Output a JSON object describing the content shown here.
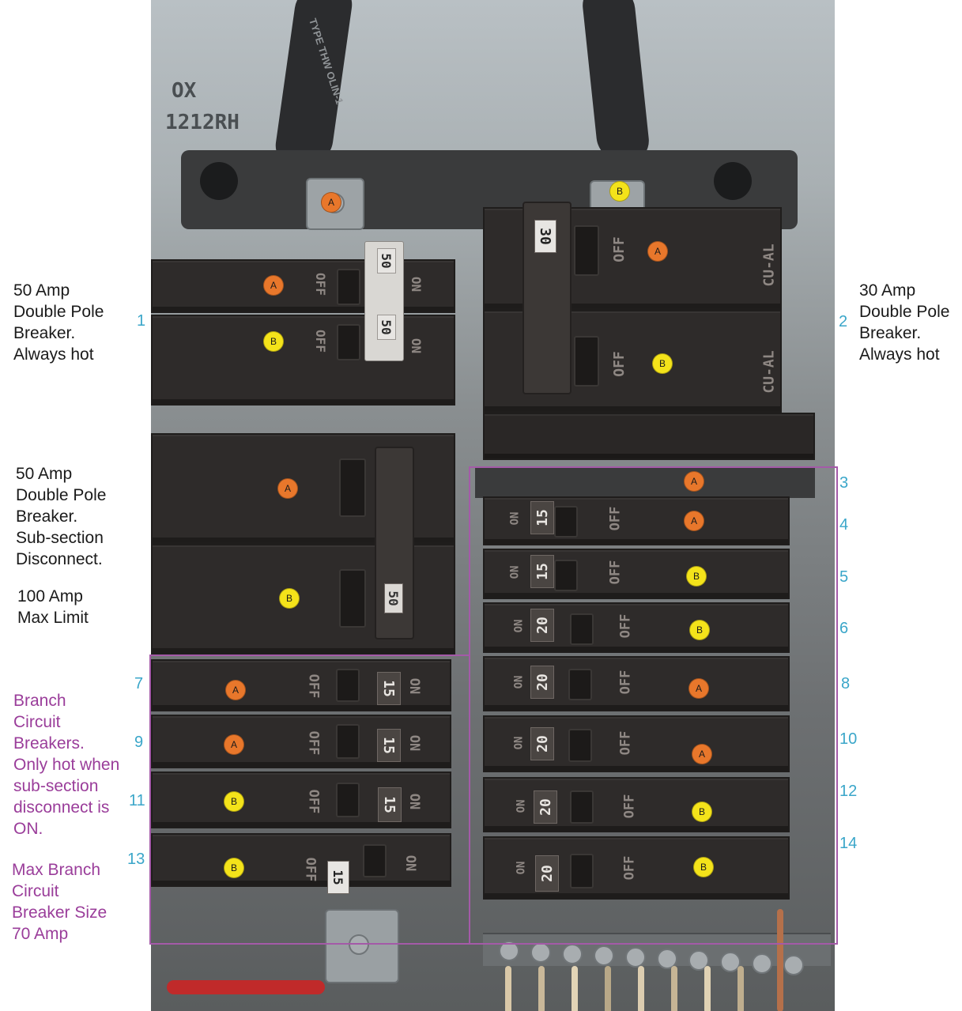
{
  "panel": {
    "stamp_line1": "OX",
    "stamp_line2": "1212RH",
    "cable_print": "TYPE THW OLIN-1"
  },
  "breaker_marks": {
    "off": "OFF",
    "on": "ON",
    "cual": "CU-AL"
  },
  "phase_dots": {
    "a": "A",
    "b": "B"
  },
  "ratings": {
    "b1_top": "50",
    "b1_bot": "50",
    "b2": "30",
    "sub": "50",
    "r4": "15",
    "r5": "15",
    "r6": "20",
    "r8": "20",
    "r10": "20",
    "r12": "20",
    "r14": "20",
    "l7": "15",
    "l9": "15",
    "l11": "15",
    "l13": "15"
  },
  "numbers": {
    "n1": "1",
    "n2": "2",
    "n3": "3",
    "n4": "4",
    "n5": "5",
    "n6": "6",
    "n7": "7",
    "n8": "8",
    "n9": "9",
    "n10": "10",
    "n11": "11",
    "n12": "12",
    "n13": "13",
    "n14": "14"
  },
  "annotations": {
    "left1": "50 Amp\nDouble Pole\nBreaker.\nAlways hot",
    "right2": "30 Amp\nDouble Pole\nBreaker.\nAlways hot",
    "subsection": "50 Amp\nDouble Pole\nBreaker.\nSub-section\nDisconnect.",
    "max_limit": "100 Amp\nMax Limit",
    "branch": "Branch\nCircuit\nBreakers.\nOnly hot when\nsub-section\ndisconnect is\nON.",
    "max_branch": "Max Branch\nCircuit\nBreaker Size\n70 Amp"
  },
  "colors": {
    "phase_a": "#e8772b",
    "phase_b": "#f4e31a",
    "number_text": "#3aa6c9",
    "outline": "#a45aa8",
    "purple_text": "#9a3d9a"
  }
}
